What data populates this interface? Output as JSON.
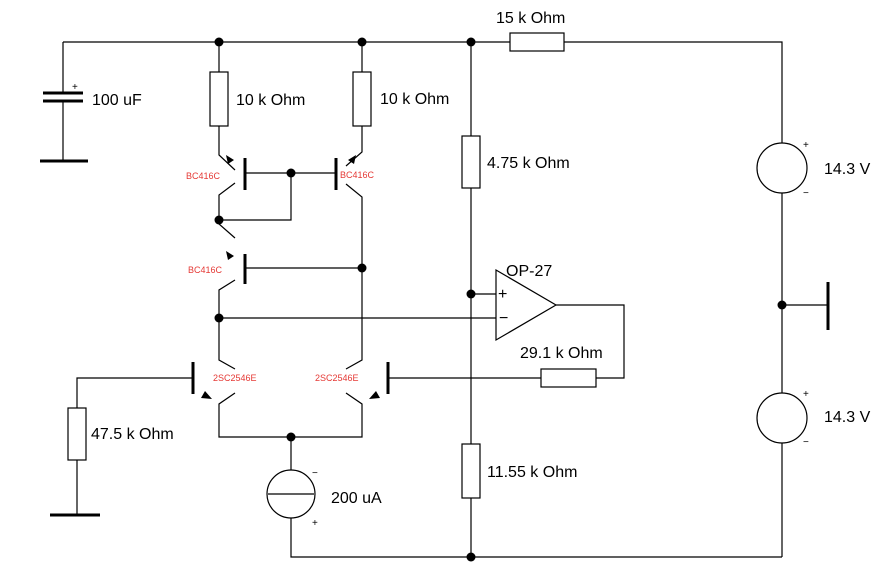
{
  "components": {
    "capacitor": {
      "label": "100 uF"
    },
    "r_load_left": {
      "label": "10 k Ohm"
    },
    "r_load_right": {
      "label": "10 k Ohm"
    },
    "r_top": {
      "label": "15 k Ohm"
    },
    "r_div_top": {
      "label": "4.75 k Ohm"
    },
    "r_div_bottom": {
      "label": "11.55 k Ohm"
    },
    "r_feedback": {
      "label": "29.1 k Ohm"
    },
    "r_base": {
      "label": "47.5 k Ohm"
    },
    "current_source": {
      "label": "200 uA",
      "plus": "+",
      "minus": "−"
    },
    "opamp": {
      "label": "OP-27",
      "plus": "+",
      "minus": "−"
    },
    "v_upper": {
      "label": "14.3 V",
      "plus": "+",
      "minus": "−"
    },
    "v_lower": {
      "label": "14.3 V",
      "plus": "+",
      "minus": "−"
    },
    "cap_plus": "+"
  },
  "transistors": {
    "q1": "BC416C",
    "q2": "BC416C",
    "q3": "BC416C",
    "q4": "2SC2546E",
    "q5": "2SC2546E"
  },
  "colors": {
    "part_label": "#e53935",
    "wire": "#000000"
  }
}
